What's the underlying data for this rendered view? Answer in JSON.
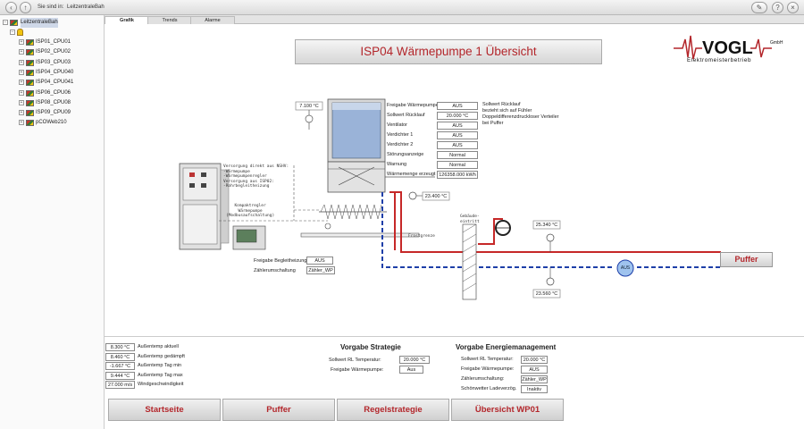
{
  "topbar": {
    "location_prefix": "Sie sind in:",
    "location": "LeitzentraleBah"
  },
  "sidebar": {
    "root": "LeitzentraleBah",
    "items": [
      "ISP01_CPU01",
      "ISP02_CPU02",
      "ISP03_CPU03",
      "ISP04_CPU040",
      "ISP04_CPU041",
      "ISP06_CPU06",
      "ISP08_CPU08",
      "ISP09_CPU09",
      "pCOWeb210"
    ]
  },
  "tabs": [
    "Grafik",
    "Trends",
    "Alarme"
  ],
  "title": "ISP04 Wärmepumpe 1 Übersicht",
  "logo": {
    "text": "VOGL",
    "gmbh": "GmbH",
    "subtitle": "Elektromeisterbetrieb"
  },
  "heatpump": {
    "rows": [
      {
        "label": "Freigabe Wärmepumpe",
        "value": "AUS"
      },
      {
        "label": "Sollwert Rücklauf",
        "value": "20.000 °C"
      },
      {
        "label": "Ventilator",
        "value": "AUS"
      },
      {
        "label": "Verdichter 1",
        "value": "AUS"
      },
      {
        "label": "Verdichter 2",
        "value": "AUS"
      },
      {
        "label": "Störungsanzeige",
        "value": "Normal"
      },
      {
        "label": "Warnung",
        "value": "Normal"
      },
      {
        "label": "Wärmemenge erzeugt",
        "value": "126358.000 kWh"
      }
    ],
    "note": [
      "Sollwert Rücklauf",
      "bezieht sich auf Fühler",
      "Doppeldifferenzdruckloser Verteiler",
      "bei Puffer"
    ]
  },
  "sensors": {
    "outside_temp": "7.100 °C",
    "pipe_temp": "23.400 °C",
    "supply_temp": "25.340 °C",
    "return_temp": "23.560 °C"
  },
  "diagram": {
    "supply_note": [
      "Versorgung direkt aus NSHV:",
      "-Wärmepumpe",
      "-Wärmepumpenregler",
      "Versorgung aus ISP02:",
      "-Rohrbegleitheizung"
    ],
    "controller_note": [
      "Kompaktregler",
      "Wärmepumpe",
      "(Modbusaufschaltung)"
    ],
    "frost_label": "Frostgrenze",
    "building_label": [
      "Gebäude-",
      "eintritt"
    ],
    "pump_label": "AUS",
    "puffer_button": "Puffer"
  },
  "trace": [
    {
      "label": "Freigabe Begleitheizung",
      "value": "AUS"
    },
    {
      "label": "Zählerumschaltung",
      "value": "Zähler_WP"
    }
  ],
  "weather": [
    {
      "value": "8.300 °C",
      "label": "Außentemp aktuell"
    },
    {
      "value": "8.460 °C",
      "label": "Außentemp gedämpft"
    },
    {
      "value": "-1.667 °C",
      "label": "Außentemp Tag min"
    },
    {
      "value": "9.444 °C",
      "label": "Außentemp Tag max"
    },
    {
      "value": "27.000 m/s",
      "label": "Windgeschwindigkeit"
    }
  ],
  "strategy": {
    "title": "Vorgabe Strategie",
    "rows": [
      {
        "label": "Sollwert RL Temperatur:",
        "value": "20.000 °C"
      },
      {
        "label": "Freigabe Wärmepumpe:",
        "value": "Aus"
      }
    ]
  },
  "energy": {
    "title": "Vorgabe Energiemanagement",
    "rows": [
      {
        "label": "Sollwert RL Temperatur:",
        "value": "20.000 °C"
      },
      {
        "label": "Freigabe Wärmepumpe:",
        "value": "AUS"
      },
      {
        "label": "Zählerumschaltung:",
        "value": "Zähler_WP"
      },
      {
        "label": "Schönwetter Ladeverzög.",
        "value": "Inaktiv"
      }
    ]
  },
  "nav": [
    "Startseite",
    "Puffer",
    "Regelstrategie",
    "Übersicht WP01"
  ],
  "colors": {
    "accent": "#b3262b",
    "supply": "#c62828",
    "return": "#1e3fa8"
  }
}
